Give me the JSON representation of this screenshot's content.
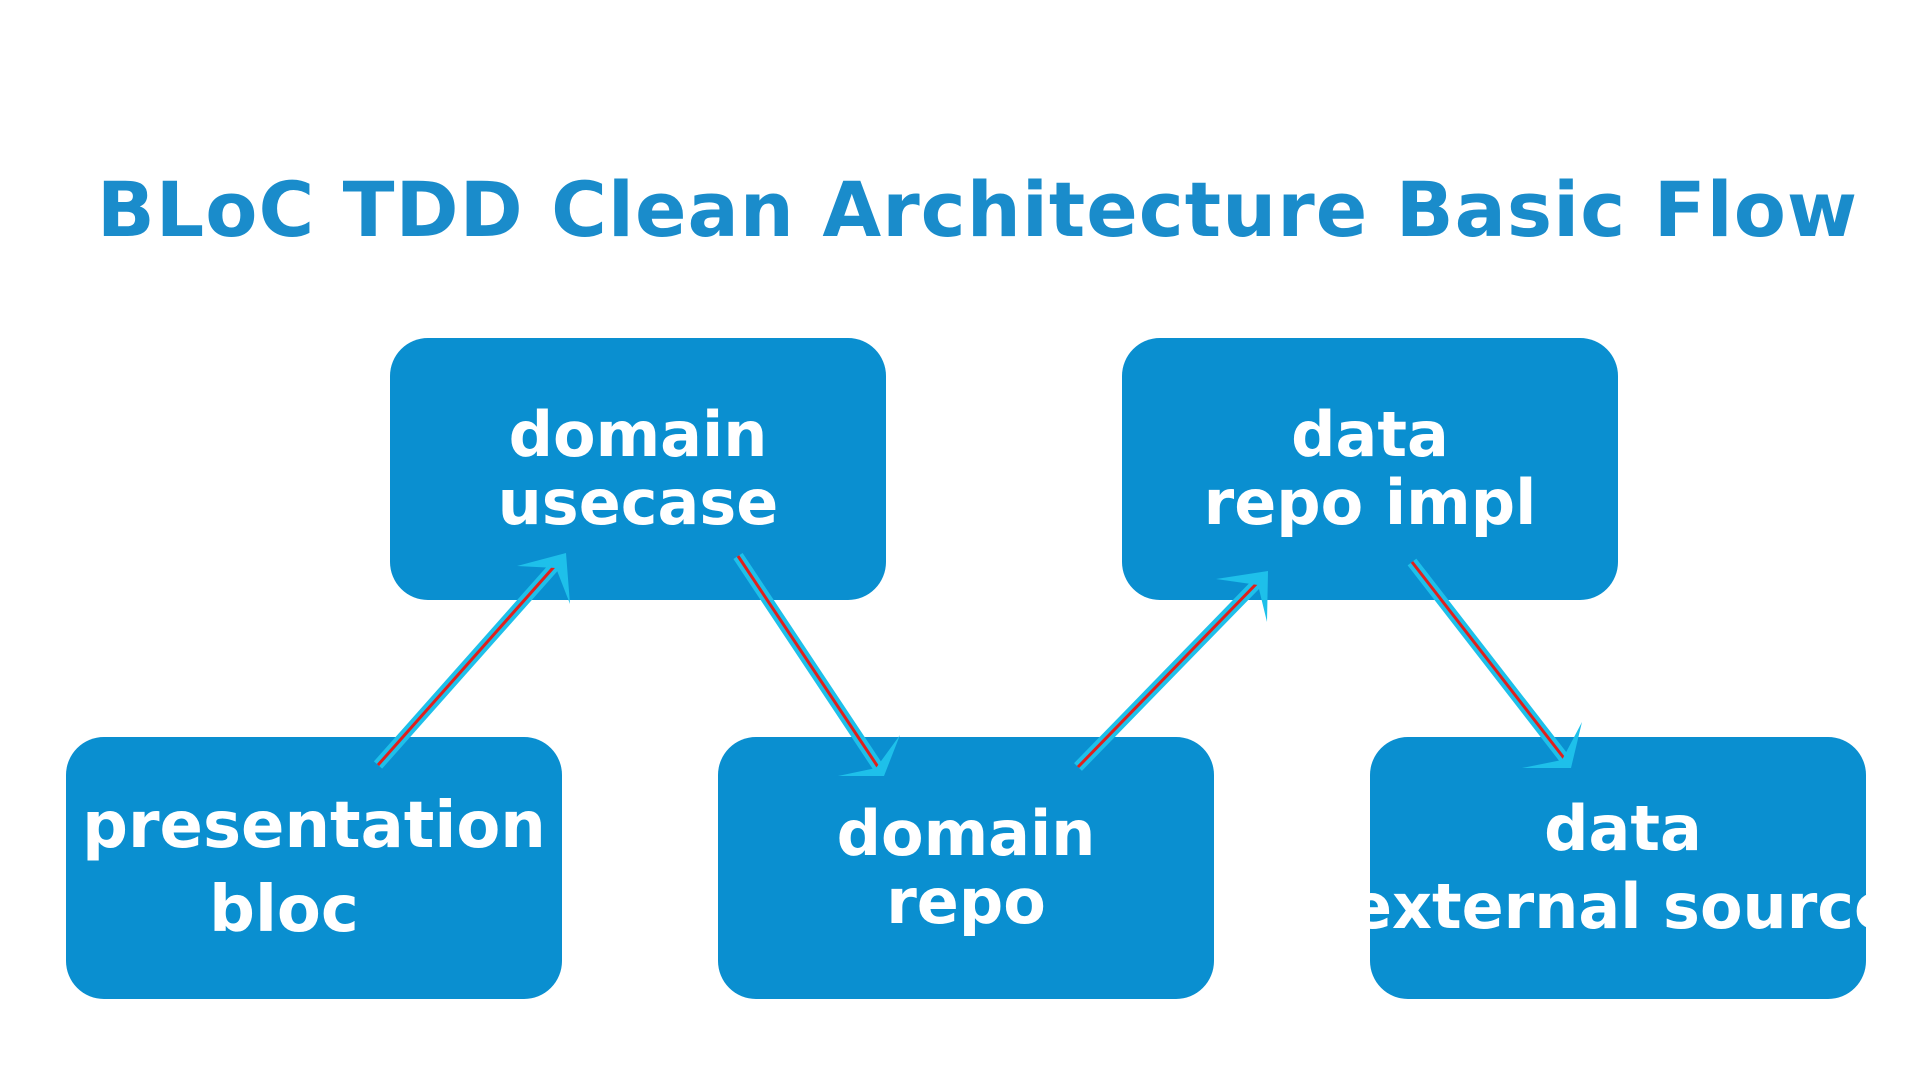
{
  "title": "BLoC TDD Clean Architecture Basic Flow",
  "colors": {
    "title": "#1a8ccb",
    "box_fill": "#0a8fd0",
    "box_text": "#ffffff",
    "arrow_outline": "#1ec0ea",
    "arrow_core": "#e0201c"
  },
  "boxes": {
    "usecase": {
      "line1": "domain",
      "line2": "usecase"
    },
    "repo_impl": {
      "line1": "data",
      "line2": "repo impl"
    },
    "bloc": {
      "line1": "presentation",
      "line2": "bloc"
    },
    "repo": {
      "line1": "domain",
      "line2": "repo"
    },
    "external_source": {
      "line1": "data",
      "line2": "external source"
    }
  },
  "flow": [
    {
      "from": "bloc",
      "to": "usecase"
    },
    {
      "from": "usecase",
      "to": "repo"
    },
    {
      "from": "repo",
      "to": "repo_impl"
    },
    {
      "from": "repo_impl",
      "to": "external_source"
    }
  ]
}
